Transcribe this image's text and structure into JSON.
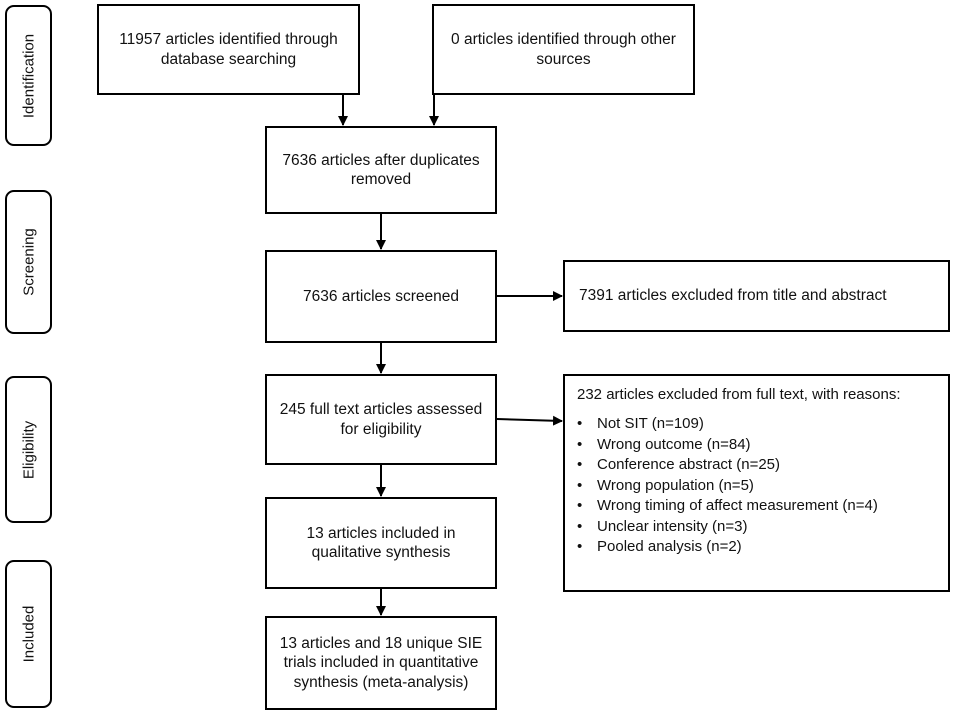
{
  "phases": {
    "identification": "Identification",
    "screening": "Screening",
    "eligibility": "Eligibility",
    "included": "Included"
  },
  "boxes": {
    "database": "11957 articles identified through database searching",
    "other_sources": "0 articles identified through other sources",
    "duplicates_removed": "7636 articles after duplicates removed",
    "screened": "7636 articles screened",
    "excluded_title_abstract": "7391 articles excluded from title and abstract",
    "full_text_assessed": "245 full text articles assessed for eligibility",
    "qualitative": "13 articles included in qualitative synthesis",
    "quantitative": "13 articles and 18 unique SIE trials included in quantitative synthesis (meta-analysis)"
  },
  "full_text_exclusions": {
    "title": "232 articles excluded from full text, with reasons:",
    "reasons": [
      "Not SIT (n=109)",
      "Wrong outcome (n=84)",
      "Conference abstract (n=25)",
      "Wrong population (n=5)",
      "Wrong timing of affect measurement (n=4)",
      "Unclear intensity (n=3)",
      "Pooled analysis (n=2)"
    ]
  }
}
